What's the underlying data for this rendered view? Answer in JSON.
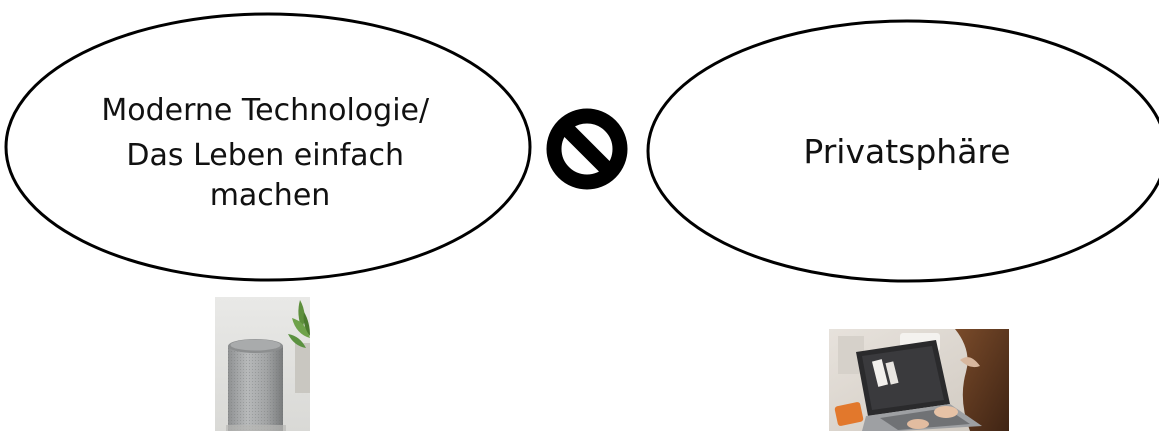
{
  "concepts": {
    "left": {
      "lines": [
        "Moderne Technologie/",
        "Das Leben einfach",
        "machen"
      ]
    },
    "right": {
      "label": "Privatsphäre"
    }
  },
  "relation": {
    "icon": "prohibited-icon",
    "meaning": "conflict"
  },
  "images": {
    "left": {
      "icon": "smart-speaker-photo"
    },
    "right": {
      "icon": "laptop-photo"
    }
  },
  "colors": {
    "stroke": "#000000",
    "text": "#111111",
    "background": "#ffffff"
  }
}
